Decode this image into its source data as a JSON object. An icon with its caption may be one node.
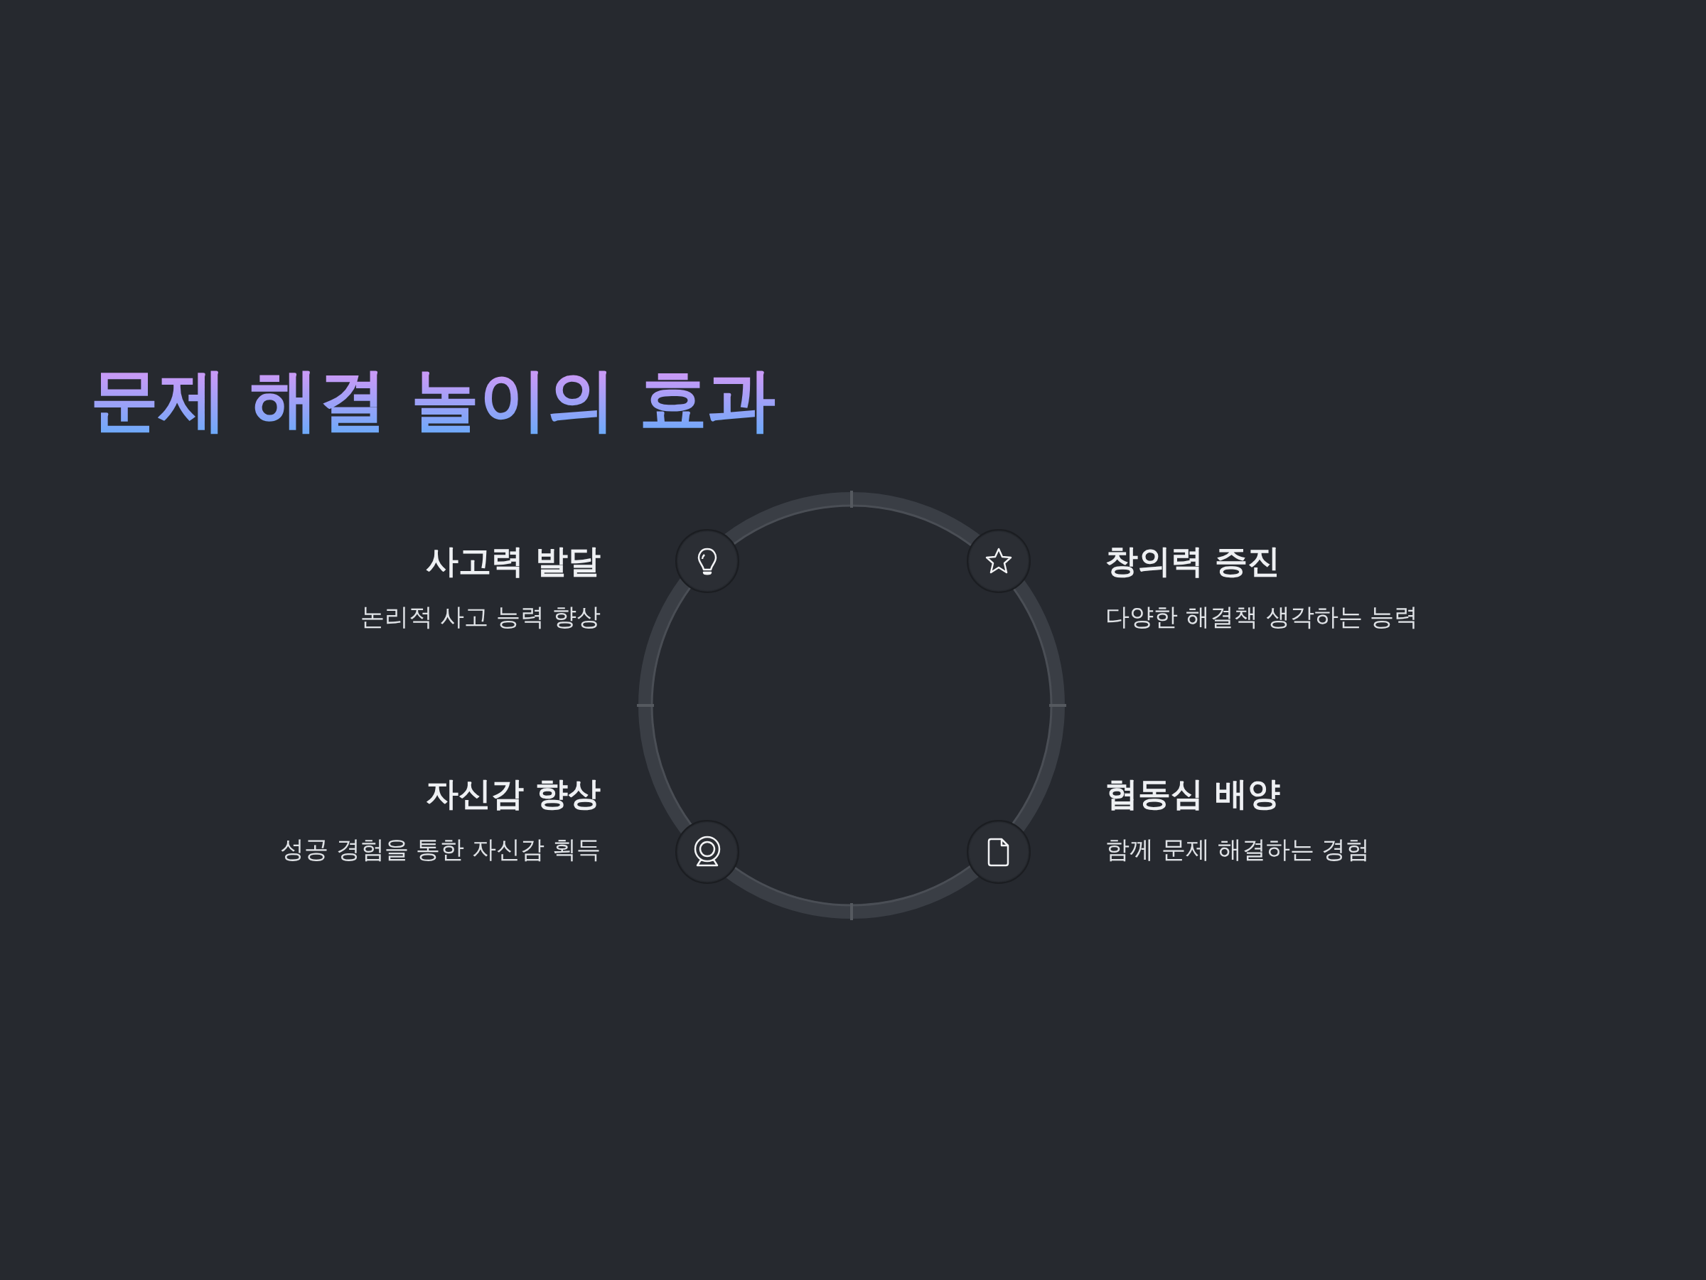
{
  "diagram": {
    "title": "문제 해결 놀이의 효과",
    "nodes": [
      {
        "text": [
          "사고력 발달",
          "논리적 사고 능력 향상"
        ]
      },
      {
        "text": [
          "창의력 증진",
          "다양한 해결책 생각하는 능력"
        ]
      },
      {
        "text": [
          "자신감 향상",
          "성공 경험을 통한 자신감 획득"
        ]
      },
      {
        "text": [
          "협동심 배양",
          "함께 문제 해결하는 경험"
        ]
      }
    ]
  }
}
